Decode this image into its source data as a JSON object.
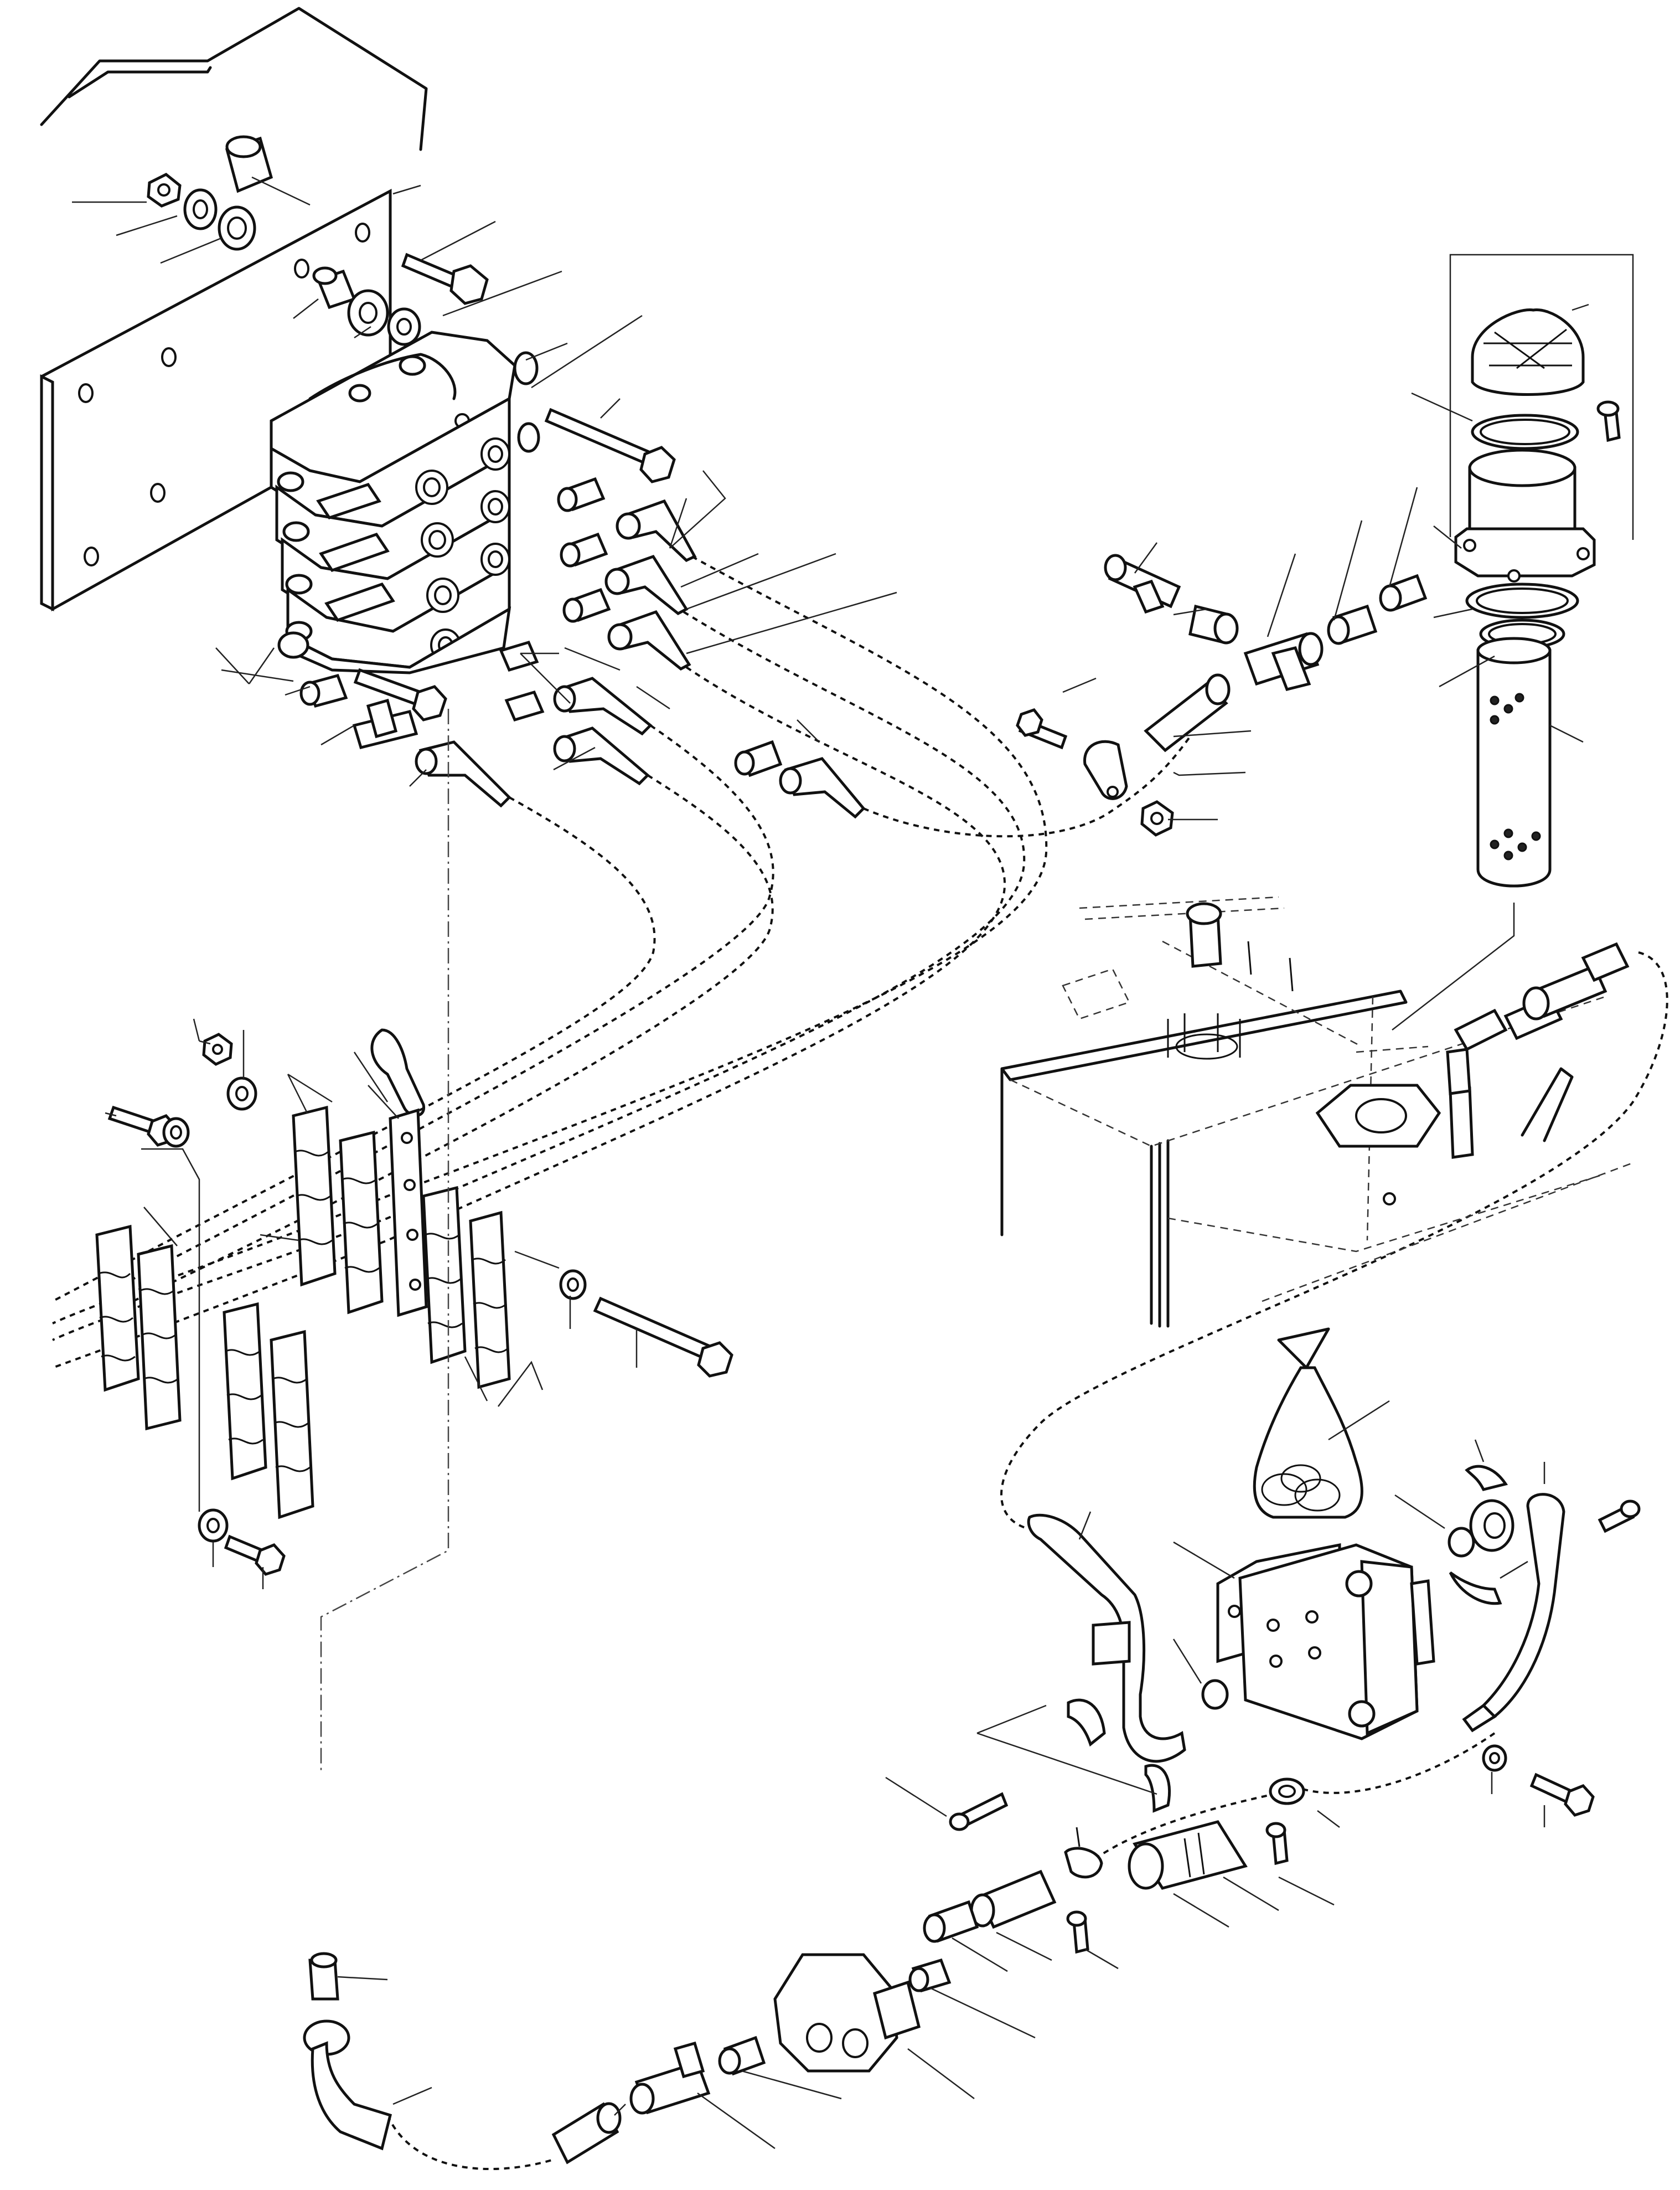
{
  "drawing": {
    "background_color": "#ffffff",
    "line_color": "#111111",
    "labels": []
  },
  "assemblies": [
    "control-valve-block",
    "mounting-plate",
    "hose-clamp-brackets",
    "hydraulic-tank",
    "tank-filler-strainer",
    "gear-pump",
    "suction-line",
    "pressure-line-fittings",
    "parts-bag"
  ]
}
